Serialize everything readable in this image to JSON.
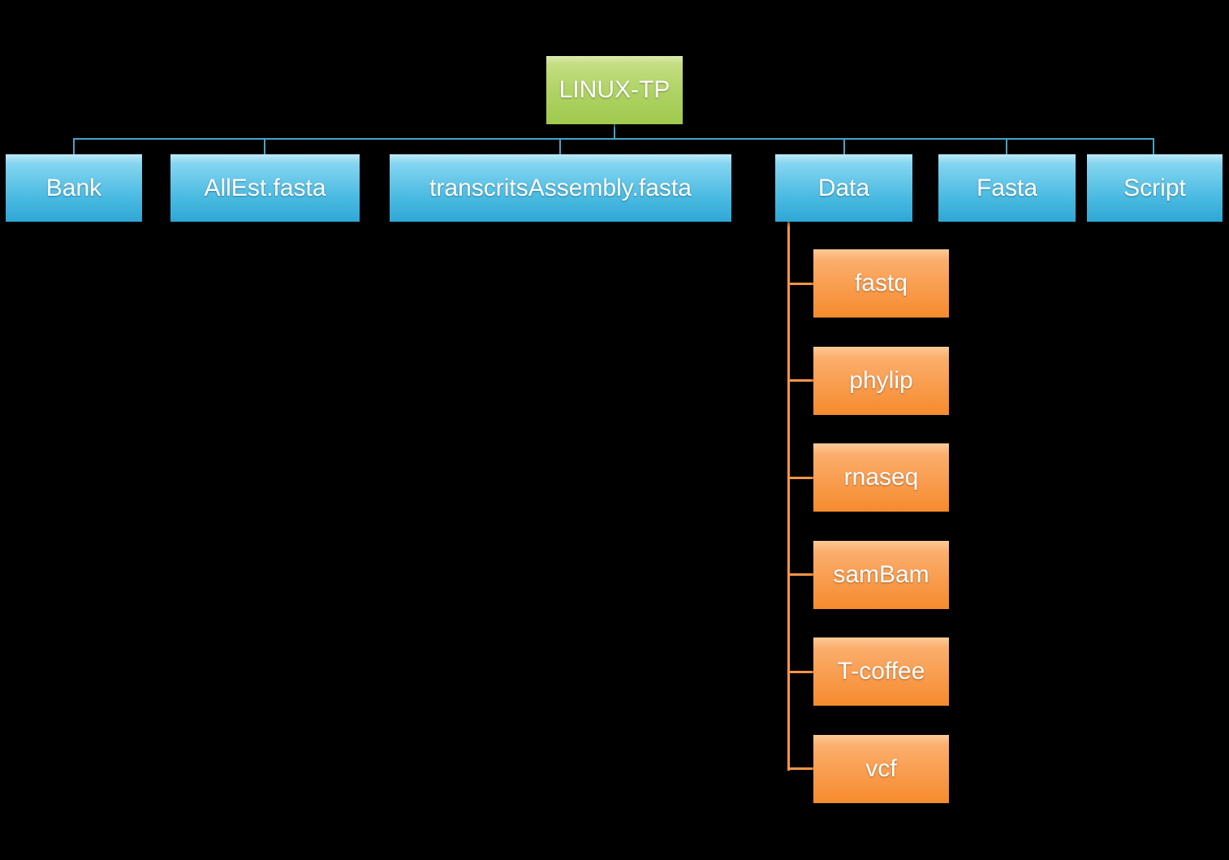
{
  "diagram": {
    "root": {
      "label": "LINUX-TP"
    },
    "level1": [
      {
        "label": "Bank"
      },
      {
        "label": "AllEst.fasta"
      },
      {
        "label": "transcritsAssembly.fasta"
      },
      {
        "label": "Data"
      },
      {
        "label": "Fasta"
      },
      {
        "label": "Script"
      }
    ],
    "data_children": [
      {
        "label": "fastq"
      },
      {
        "label": "phylip"
      },
      {
        "label": "rnaseq"
      },
      {
        "label": "samBam"
      },
      {
        "label": "T-coffee"
      },
      {
        "label": "vcf"
      }
    ],
    "colors": {
      "background": "#000000",
      "text": "#ffffff",
      "root_gradient_top": "#dcebae",
      "root_gradient_bottom": "#9fc94e",
      "branch_gradient_top": "#bde9f8",
      "branch_gradient_bottom": "#2ea7d5",
      "leaf_gradient_top": "#fdc997",
      "leaf_gradient_bottom": "#f68b2d",
      "connector_blue": "#45a5c5",
      "connector_orange": "#f79646"
    }
  }
}
